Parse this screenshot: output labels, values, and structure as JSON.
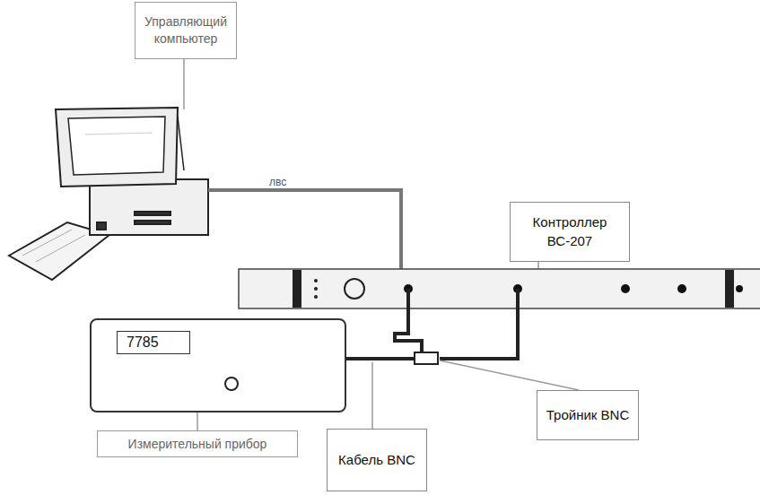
{
  "diagram": {
    "nodes": [
      {
        "text": [
          "Управляющий компьютер"
        ]
      },
      {
        "text": [
          "Контроллер ВС-207"
        ]
      },
      {
        "text": [
          "7785"
        ]
      },
      {
        "text": [
          "Измерительный прибор"
        ]
      },
      {
        "text": [
          "Кабель BNC"
        ]
      },
      {
        "text": [
          "Тройник BNC"
        ]
      }
    ],
    "edges": [
      {
        "from": 3,
        "to": 2,
        "arrow": "none"
      }
    ],
    "labels": [
      "лвс"
    ]
  }
}
